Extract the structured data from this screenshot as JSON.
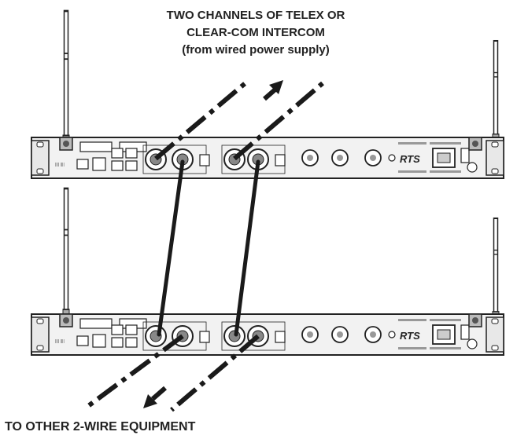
{
  "header": {
    "line1": "TWO CHANNELS OF TELEX OR",
    "line2": "CLEAR-COM INTERCOM",
    "line3": "(from wired power supply)"
  },
  "footer": {
    "label": "TO OTHER 2-WIRE EQUIPMENT"
  },
  "units": [
    {
      "brand": "RTS"
    },
    {
      "brand": "RTS"
    }
  ]
}
